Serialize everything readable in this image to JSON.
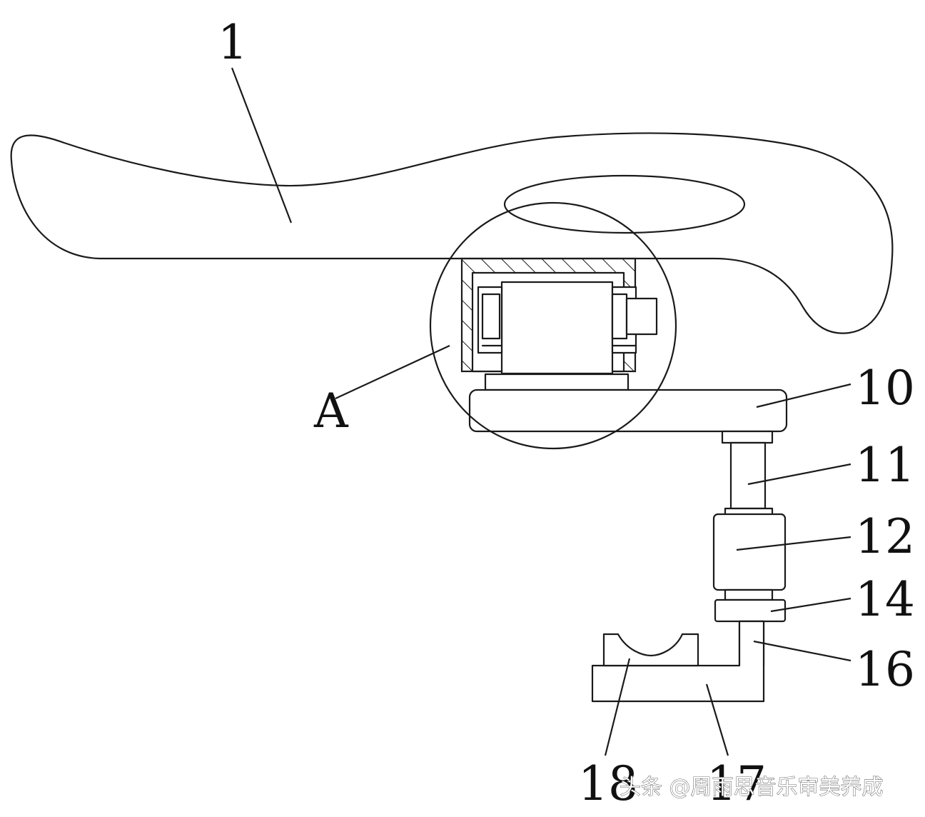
{
  "labels": {
    "l1": "1",
    "lA": "A",
    "l10": "10",
    "l11": "11",
    "l12": "12",
    "l14": "14",
    "l16": "16",
    "l17": "17",
    "l18": "18"
  },
  "watermark": "头条 @周雨思音乐审美养成",
  "colors": {
    "line": "#1a1a1a",
    "background": "#ffffff"
  }
}
